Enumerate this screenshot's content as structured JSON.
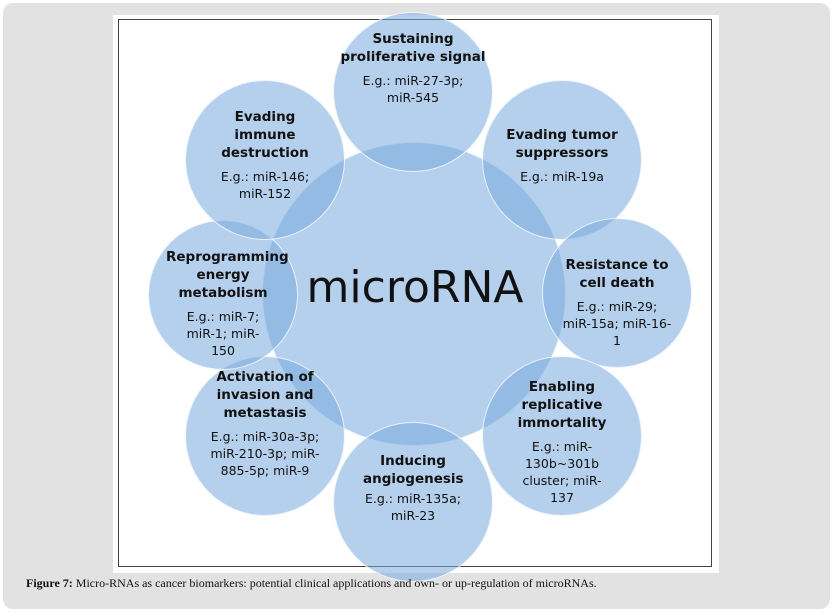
{
  "center": "microRNA",
  "nodes": [
    {
      "title": "Sustaining proliferative signal",
      "example": "E.g.: miR-27-3p; miR-545"
    },
    {
      "title": "Evading tumor suppressors",
      "example": "E.g.: miR-19a"
    },
    {
      "title": "Resistance to cell death",
      "example": "E.g.: miR-29; miR-15a; miR-16-1"
    },
    {
      "title": "Enabling replicative immortality",
      "example": "E.g.: miR-130b~301b cluster; miR-137"
    },
    {
      "title": "Inducing angiogenesis",
      "example": "E.g.: miR-135a; miR-23"
    },
    {
      "title": "Activation of invasion and metastasis",
      "example": "E.g.: miR-30a-3p; miR-210-3p; miR-885-5p; miR-9"
    },
    {
      "title": "Reprogramming energy metabolism",
      "example": "E.g.: miR-7; miR-1; miR-150"
    },
    {
      "title": "Evading immune destruction",
      "example": "E.g.: miR-146; miR-152"
    }
  ],
  "caption": {
    "label": "Figure 7:",
    "text": " Micro-RNAs as cancer biomarkers: potential clinical applications and own- or up-regulation of microRNAs."
  },
  "colors": {
    "circle": "#9fc1e6",
    "frame": "#e2e2e2"
  }
}
